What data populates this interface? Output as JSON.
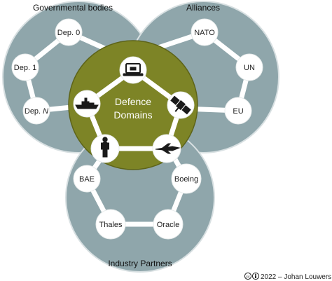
{
  "colors": {
    "outer_circle": "#8fa6ab",
    "outer_circle_stroke": "#d8e0e2",
    "center_circle": "#7d8426",
    "center_circle_stroke": "#5d6318",
    "connector": "#ffffff",
    "node_fill": "#ffffff",
    "icon": "#1a1a1a"
  },
  "groups": {
    "governmental": {
      "title": "Governmental bodies",
      "nodes": [
        {
          "label": "Dep. 0"
        },
        {
          "label": "Dep. 1"
        },
        {
          "label_prefix": "Dep. ",
          "label_italic": "N"
        }
      ]
    },
    "alliances": {
      "title": "Alliances",
      "nodes": [
        {
          "label": "NATO"
        },
        {
          "label": "UN"
        },
        {
          "label": "EU"
        }
      ]
    },
    "industry": {
      "title": "Industry Partners",
      "nodes": [
        {
          "label": "BAE"
        },
        {
          "label": "Boeing"
        },
        {
          "label": "Thales"
        },
        {
          "label": "Oracle"
        }
      ]
    }
  },
  "center": {
    "title_line1": "Defence",
    "title_line2": "Domains",
    "domains": [
      {
        "icon": "laptop-icon"
      },
      {
        "icon": "satellite-icon"
      },
      {
        "icon": "aircraft-icon"
      },
      {
        "icon": "soldier-icon"
      },
      {
        "icon": "warship-icon"
      }
    ]
  },
  "credit": {
    "license_icon": "creative-commons-by-icon",
    "text": "2022 – Johan Louwers"
  }
}
